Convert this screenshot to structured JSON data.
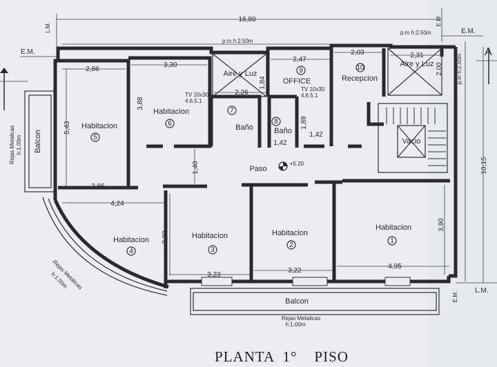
{
  "title": "PLANTA  1°    PISO",
  "top_dimension": "16,80",
  "side_dimension": "10,15",
  "em_label": "E.M.",
  "lm_label": "L.M.",
  "pm_label": "p.m h:2.50m",
  "paso_label": "Paso",
  "paso_level": "+5.20",
  "balcon_label": "Balcon",
  "vacio_label": "Vacio",
  "aire_luz_label": "Aire y Luz",
  "rejas_label": "Rejas Metalicas",
  "rejas_height": "h:1.00m",
  "tv_label": "TV 10x30",
  "tv_code": "4.6.5.1",
  "section_mark": "A",
  "rooms": [
    {
      "label": "Habitacion",
      "num": "1"
    },
    {
      "label": "Habitacion",
      "num": "2"
    },
    {
      "label": "Habitacion",
      "num": "3"
    },
    {
      "label": "Habitacion",
      "num": "4"
    },
    {
      "label": "Habitacion",
      "num": "5"
    },
    {
      "label": "Habitacion",
      "num": "6"
    },
    {
      "label": "Baño",
      "num": "7"
    },
    {
      "label": "Baño",
      "num": "8"
    },
    {
      "label": "OFFICE",
      "num": "9"
    },
    {
      "label": "Recepcion",
      "num": "10"
    }
  ],
  "dims": {
    "d_2_86_a": "2,86",
    "d_3_30": "3,30",
    "d_2_26": "2,26",
    "d_1_84": "1,84",
    "d_2_47": "2,47",
    "d_2_03": "2,03",
    "d_2_31": "2,31",
    "d_2_00": "2,00",
    "d_3_88": "3,88",
    "d_5_43": "5,43",
    "d_1_89": "1,89",
    "d_1_42_a": "1,42",
    "d_1_42_b": "1,42",
    "d_1_40": "1,40",
    "d_2_86_b": "2,86",
    "d_4_24": "4,24",
    "d_3_90_a": "3,90",
    "d_3_90_b": "3,90",
    "d_3_23": "3,23",
    "d_3_22": "3,22",
    "d_4_95": "4,95"
  }
}
